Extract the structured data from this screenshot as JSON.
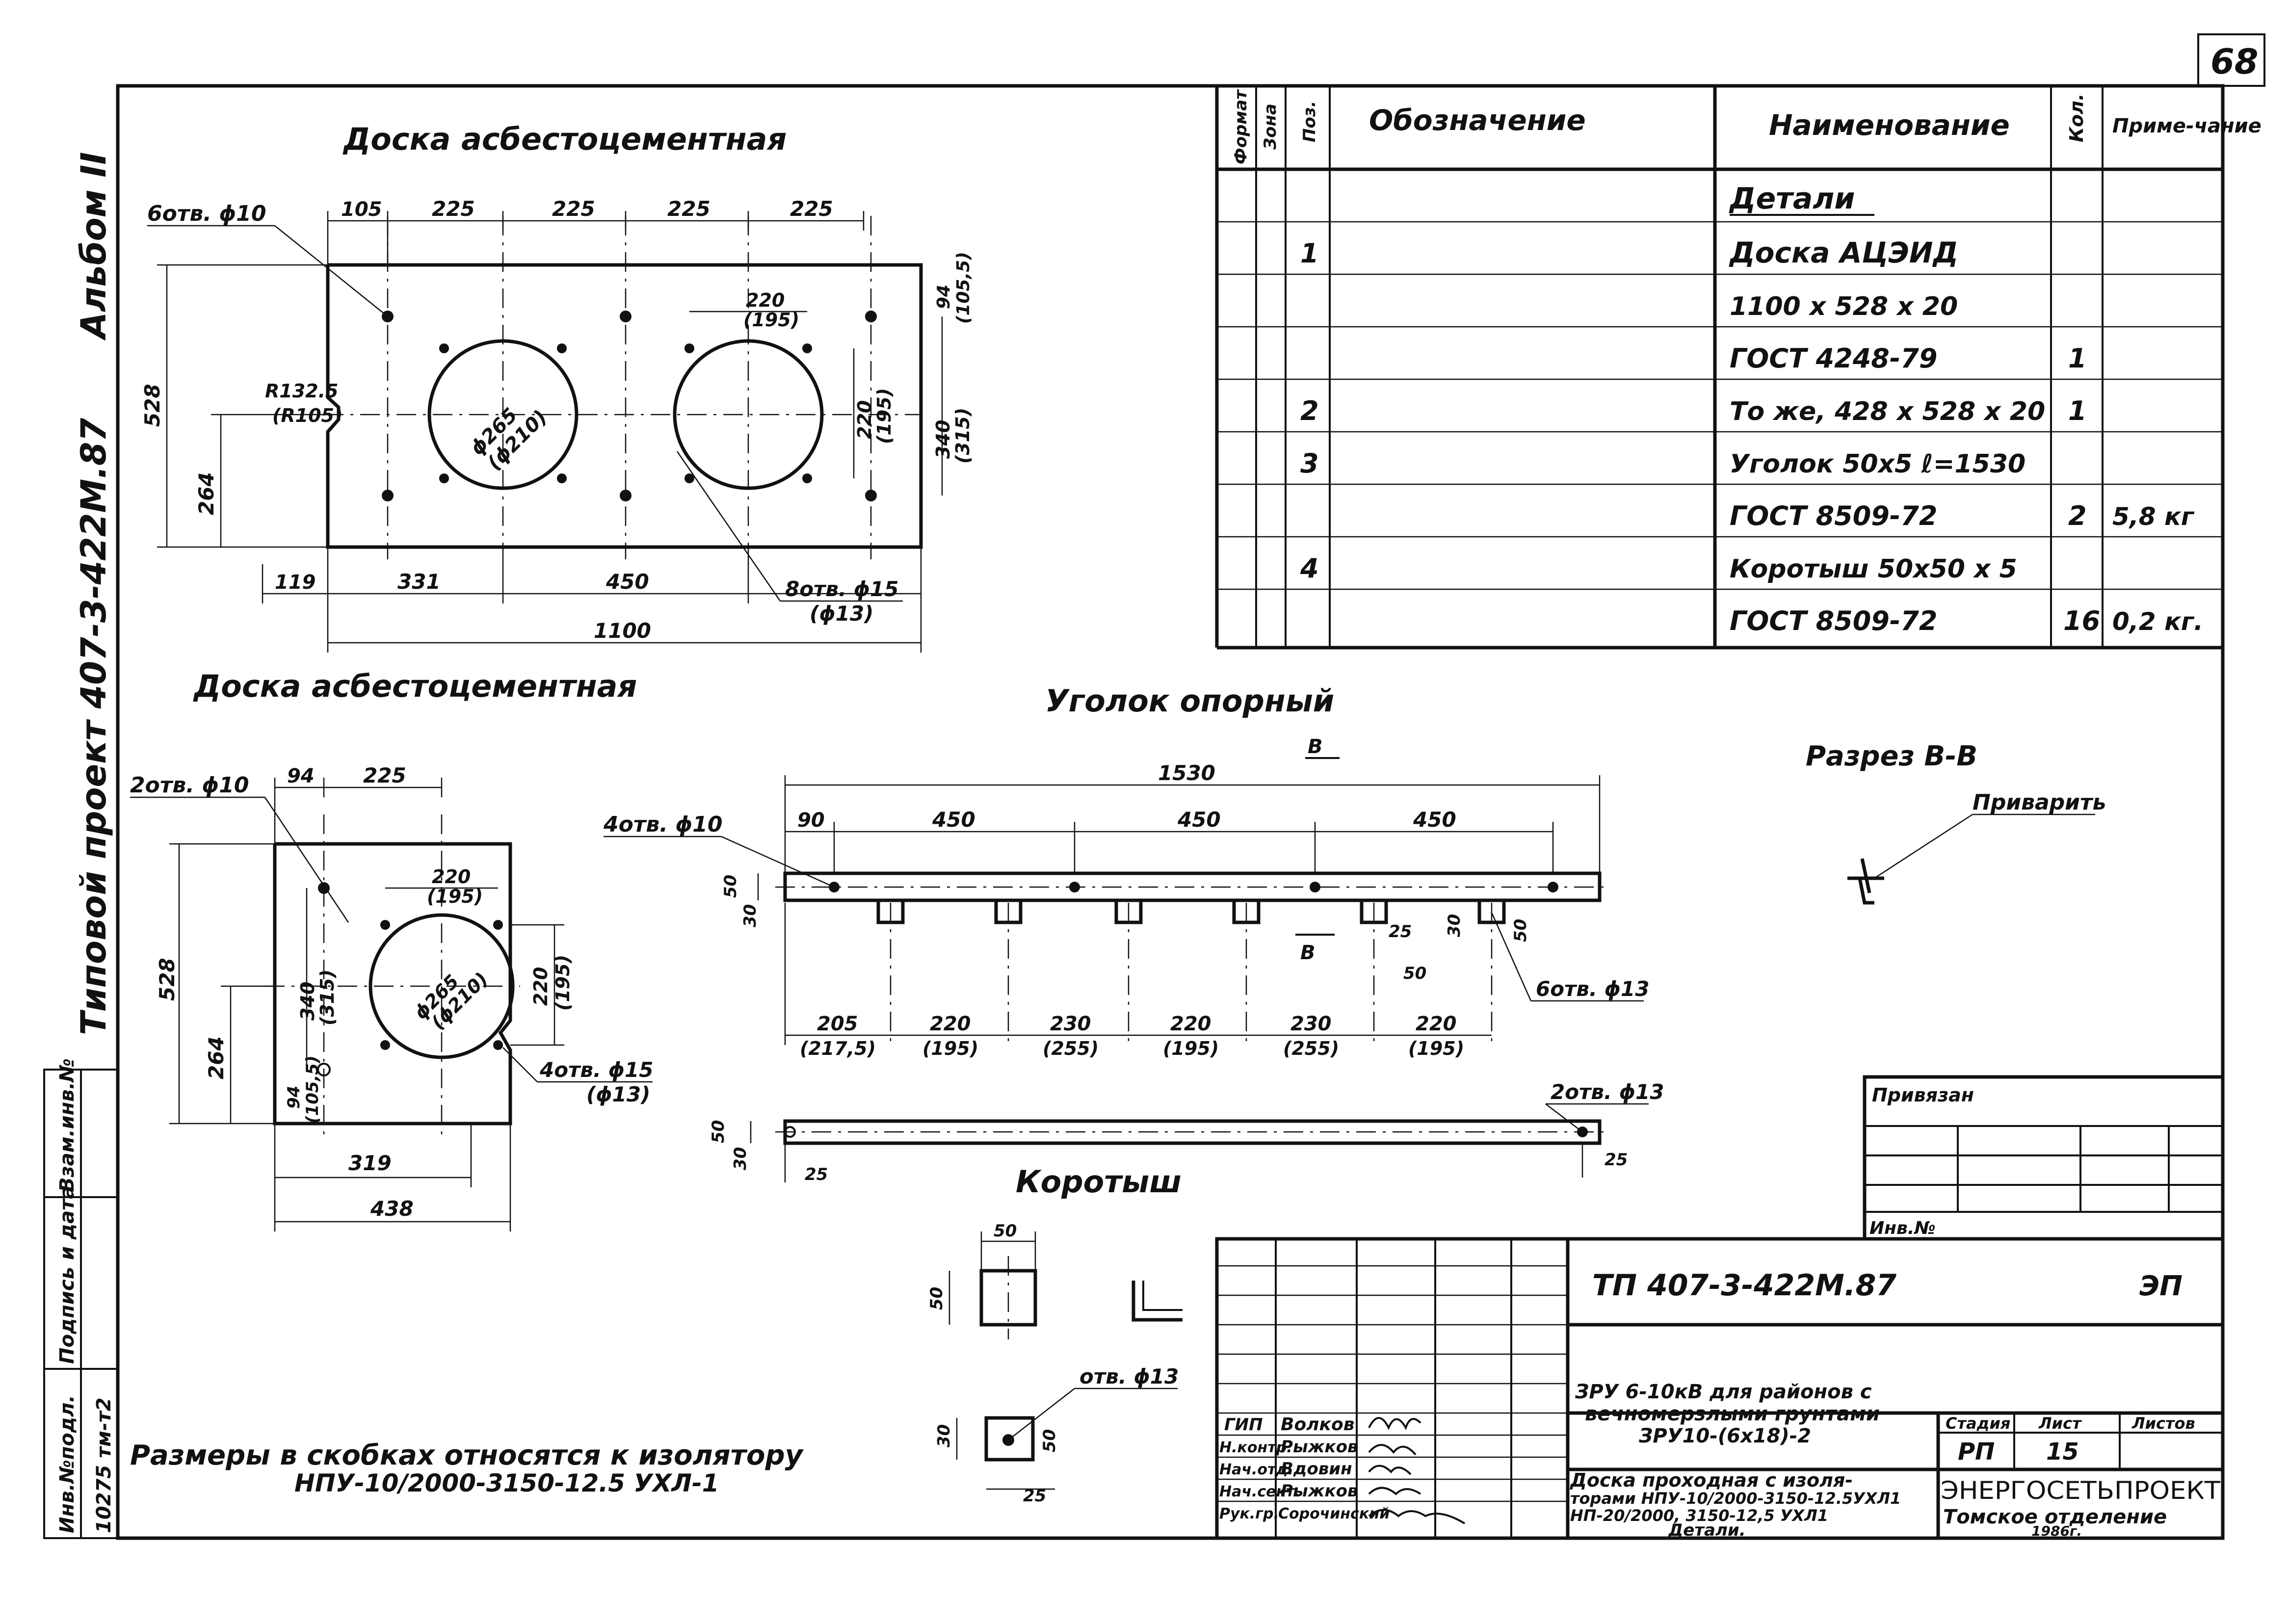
{
  "sheet": {
    "page_number": "68"
  },
  "left_margin": {
    "album": "Альбом II",
    "project": "Типовой проект 407-3-422М.87",
    "inventory_headers": [
      "Инв.№подл.",
      "Подпись и дата",
      "Взам.инв.№"
    ],
    "inventory_number": "10275 тм-т2"
  },
  "drawing1": {
    "title": "Доска асбестоцементная",
    "holes_label": "6отв. ϕ10",
    "holes2_label": "8отв. ϕ15",
    "holes2_alt": "(ϕ13)",
    "top_dims": [
      "105",
      "225",
      "225",
      "225",
      "225"
    ],
    "bottom_dims": [
      "119",
      "331",
      "450"
    ],
    "overall_width": "1100",
    "height": "528",
    "half_height": "264",
    "radius": "R132.5",
    "radius_alt": "(R105)",
    "diameter": "ϕ265",
    "diameter_alt": "(ϕ210)",
    "dim_220_a": "220",
    "dim_195_a": "(195)",
    "dim_220_b": "220",
    "dim_195_b": "(195)",
    "dim_340": "340",
    "dim_315": "(315)",
    "dim_94": "94",
    "dim_1055": "(105,5)"
  },
  "drawing2": {
    "title": "Доска асбестоцементная",
    "holes_label": "2отв. ϕ10",
    "holes2_label": "4отв. ϕ15",
    "holes2_alt": "(ϕ13)",
    "top_dims": [
      "94",
      "225"
    ],
    "dim_220": "220",
    "dim_195": "(195)",
    "diameter": "ϕ265",
    "diameter_alt": "(ϕ210)",
    "dim_340": "340",
    "dim_315": "(315)",
    "dim_220_v": "220",
    "dim_195_v": "(195)",
    "height": "528",
    "half_height": "264",
    "dim_94": "94",
    "dim_1055": "(105,5)",
    "width_1": "319",
    "width_2": "438"
  },
  "drawing3": {
    "title": "Уголок опорный",
    "overall": "1530",
    "top_dims": [
      "90",
      "450",
      "450",
      "450"
    ],
    "holes_label": "4отв. ϕ10",
    "holes2_label": "6отв. ϕ13",
    "dim_50": "50",
    "dim_30": "30",
    "dim_25": "25",
    "dim_50b": "50",
    "dim_30b": "30",
    "dim_50c": "50",
    "section_mark": "В",
    "bottom_dims": [
      "205",
      "220",
      "230",
      "220",
      "230",
      "220"
    ],
    "bottom_alt": [
      "(217,5)",
      "(195)",
      "(255)",
      "(195)",
      "(255)",
      "(195)"
    ]
  },
  "drawing4": {
    "title": "Коротыш",
    "holes_label": "2отв. ϕ13",
    "dim_50": "50",
    "dim_30": "30",
    "dim_25a": "25",
    "dim_25b": "25"
  },
  "detail": {
    "dim_50_top": "50",
    "dim_50_side": "50",
    "hole_label": "отв. ϕ13",
    "dim_30": "30",
    "dim_50": "50",
    "dim_25": "25"
  },
  "section": {
    "title": "Разрез В-В",
    "weld": "Приварить"
  },
  "note": {
    "line1": "Размеры в скобках относятся к изолятору",
    "line2": "НПУ-10/2000-3150-12.5 УХЛ-1"
  },
  "spec": {
    "headers": [
      "Формат",
      "Зона",
      "Поз.",
      "Обозначение",
      "Наименование",
      "Кол.",
      "Приме-чание"
    ],
    "rows": [
      {
        "pos": "",
        "name": "Детали",
        "qty": "",
        "note": ""
      },
      {
        "pos": "1",
        "name": "Доска АЦЭИД",
        "qty": "",
        "note": ""
      },
      {
        "pos": "",
        "name": "1100 х 528 х 20",
        "qty": "",
        "note": ""
      },
      {
        "pos": "",
        "name": "ГОСТ 4248-79",
        "qty": "1",
        "note": ""
      },
      {
        "pos": "2",
        "name": "То же, 428 х 528 х 20",
        "qty": "1",
        "note": ""
      },
      {
        "pos": "3",
        "name": "Уголок 50х5  ℓ=1530",
        "qty": "",
        "note": ""
      },
      {
        "pos": "",
        "name": "ГОСТ 8509-72",
        "qty": "2",
        "note": "5,8 кг"
      },
      {
        "pos": "4",
        "name": "Коротыш 50х50 х 5",
        "qty": "",
        "note": ""
      },
      {
        "pos": "",
        "name": "ГОСТ 8509-72",
        "qty": "16",
        "note": "0,2 кг."
      }
    ]
  },
  "binding": {
    "label": "Привязан",
    "inv": "Инв.№"
  },
  "title_block": {
    "code": "ТП  407-3-422М.87",
    "section_code": "ЭП",
    "roles": [
      "ГИП",
      "Н.контр.",
      "Нач.отд.",
      "Нач.сект.",
      "Рук.гр."
    ],
    "names": [
      "Волков",
      "Рыжков",
      "Вдовин",
      "Рыжков",
      "Сорочинский"
    ],
    "object_line1": "ЗРУ 6-10кВ для районов с",
    "object_line2": "вечномерзлыми грунтами",
    "object_line3": "ЗРУ10-(6х18)-2",
    "sheet_line1": "Доска проходная с изоля-",
    "sheet_line2": "торами НПУ-10/2000-3150-12.5УХЛ1",
    "sheet_line3": "НП-20/2000, 3150-12,5 УХЛ1",
    "sheet_line4": "Детали.",
    "stage_header": "Стадия",
    "sheet_header": "Лист",
    "sheets_header": "Листов",
    "stage": "РП",
    "sheet": "15",
    "org": "ЭНЕРГОСЕТЬПРОЕКТ",
    "branch": "Томское отделение",
    "year": "1986г."
  }
}
